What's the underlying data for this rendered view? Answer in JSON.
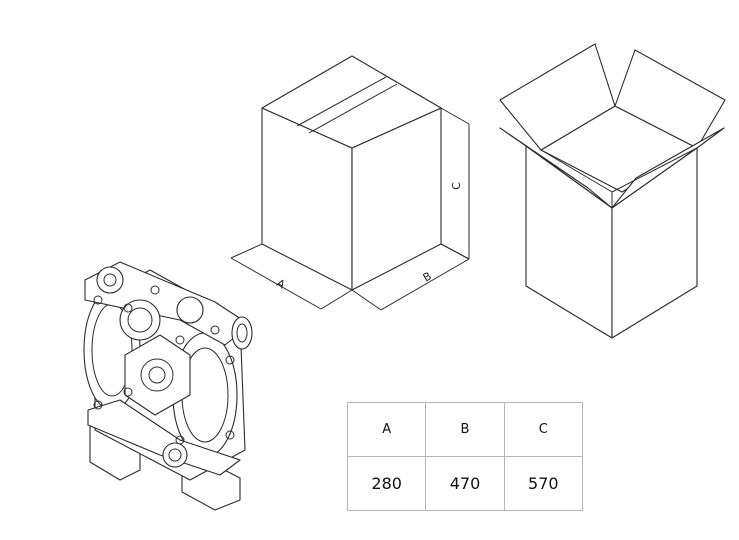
{
  "dimension_labels": {
    "a": "A",
    "b": "B",
    "c": "C"
  },
  "table": {
    "headers": [
      "A",
      "B",
      "C"
    ],
    "values": [
      "280",
      "470",
      "570"
    ]
  }
}
